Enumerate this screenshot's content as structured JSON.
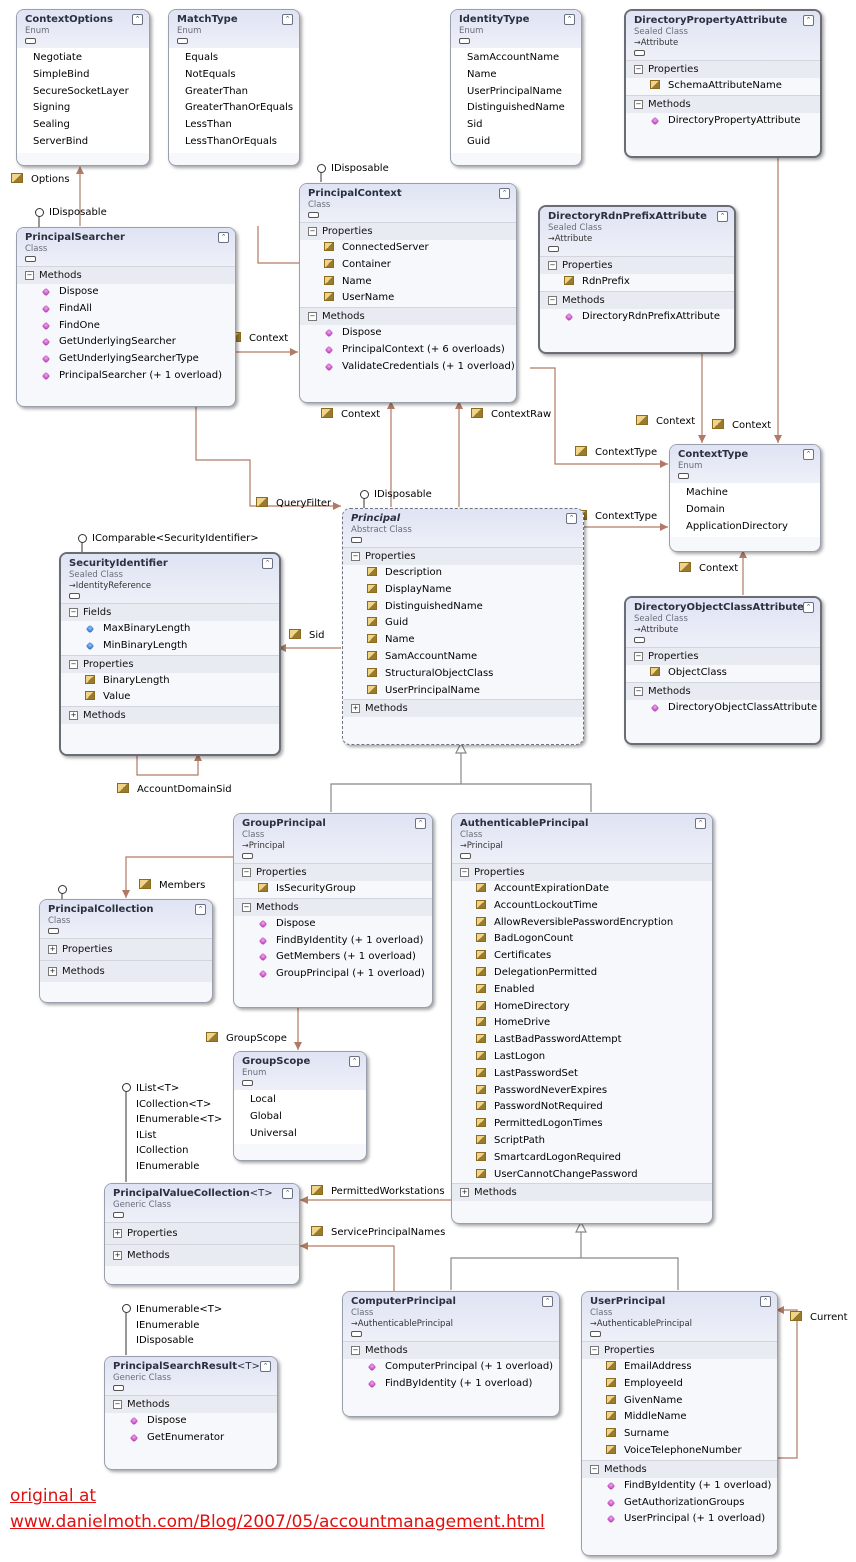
{
  "boxes": {
    "context_options": {
      "name": "ContextOptions",
      "kind": "Enum",
      "values": [
        "Negotiate",
        "SimpleBind",
        "SecureSocketLayer",
        "Signing",
        "Sealing",
        "ServerBind"
      ]
    },
    "match_type": {
      "name": "MatchType",
      "kind": "Enum",
      "values": [
        "Equals",
        "NotEquals",
        "GreaterThan",
        "GreaterThanOrEquals",
        "LessThan",
        "LessThanOrEquals"
      ]
    },
    "identity_type": {
      "name": "IdentityType",
      "kind": "Enum",
      "values": [
        "SamAccountName",
        "Name",
        "UserPrincipalName",
        "DistinguishedName",
        "Sid",
        "Guid"
      ]
    },
    "directory_property_attribute": {
      "name": "DirectoryPropertyAttribute",
      "kind": "Sealed Class",
      "base": "Attribute",
      "properties_label": "Properties",
      "properties": [
        "SchemaAttributeName"
      ],
      "methods_label": "Methods",
      "methods": [
        "DirectoryPropertyAttribute"
      ]
    },
    "principal_context": {
      "name": "PrincipalContext",
      "kind": "Class",
      "properties_label": "Properties",
      "properties": [
        "ConnectedServer",
        "Container",
        "Name",
        "UserName"
      ],
      "methods_label": "Methods",
      "methods": [
        "Dispose",
        "PrincipalContext (+ 6 overloads)",
        "ValidateCredentials (+ 1 overload)"
      ]
    },
    "principal_searcher": {
      "name": "PrincipalSearcher",
      "kind": "Class",
      "methods_label": "Methods",
      "methods": [
        "Dispose",
        "FindAll",
        "FindOne",
        "GetUnderlyingSearcher",
        "GetUnderlyingSearcherType",
        "PrincipalSearcher (+ 1 overload)"
      ]
    },
    "directory_rdn_prefix_attribute": {
      "name": "DirectoryRdnPrefixAttribute",
      "kind": "Sealed Class",
      "base": "Attribute",
      "properties_label": "Properties",
      "properties": [
        "RdnPrefix"
      ],
      "methods_label": "Methods",
      "methods": [
        "DirectoryRdnPrefixAttribute"
      ]
    },
    "context_type": {
      "name": "ContextType",
      "kind": "Enum",
      "values": [
        "Machine",
        "Domain",
        "ApplicationDirectory"
      ]
    },
    "security_identifier": {
      "name": "SecurityIdentifier",
      "kind": "Sealed Class",
      "base": "IdentityReference",
      "fields_label": "Fields",
      "fields": [
        "MaxBinaryLength",
        "MinBinaryLength"
      ],
      "properties_label": "Properties",
      "properties": [
        "BinaryLength",
        "Value"
      ],
      "methods_label": "Methods"
    },
    "principal": {
      "name": "Principal",
      "kind": "Abstract Class",
      "properties_label": "Properties",
      "properties": [
        "Description",
        "DisplayName",
        "DistinguishedName",
        "Guid",
        "Name",
        "SamAccountName",
        "StructuralObjectClass",
        "UserPrincipalName"
      ],
      "methods_label": "Methods"
    },
    "directory_object_class_attribute": {
      "name": "DirectoryObjectClassAttribute",
      "kind": "Sealed Class",
      "base": "Attribute",
      "properties_label": "Properties",
      "properties": [
        "ObjectClass"
      ],
      "methods_label": "Methods",
      "methods": [
        "DirectoryObjectClassAttribute"
      ]
    },
    "group_principal": {
      "name": "GroupPrincipal",
      "kind": "Class",
      "base": "Principal",
      "properties_label": "Properties",
      "properties": [
        "IsSecurityGroup"
      ],
      "methods_label": "Methods",
      "methods": [
        "Dispose",
        "FindByIdentity (+ 1 overload)",
        "GetMembers (+ 1 overload)",
        "GroupPrincipal (+ 1 overload)"
      ]
    },
    "authenticable_principal": {
      "name": "AuthenticablePrincipal",
      "kind": "Class",
      "base": "Principal",
      "properties_label": "Properties",
      "properties": [
        "AccountExpirationDate",
        "AccountLockoutTime",
        "AllowReversiblePasswordEncryption",
        "BadLogonCount",
        "Certificates",
        "DelegationPermitted",
        "Enabled",
        "HomeDirectory",
        "HomeDrive",
        "LastBadPasswordAttempt",
        "LastLogon",
        "LastPasswordSet",
        "PasswordNeverExpires",
        "PasswordNotRequired",
        "PermittedLogonTimes",
        "ScriptPath",
        "SmartcardLogonRequired",
        "UserCannotChangePassword"
      ],
      "methods_label": "Methods"
    },
    "principal_collection": {
      "name": "PrincipalCollection",
      "kind": "Class",
      "properties_label": "Properties",
      "methods_label": "Methods"
    },
    "group_scope": {
      "name": "GroupScope",
      "kind": "Enum",
      "values": [
        "Local",
        "Global",
        "Universal"
      ]
    },
    "principal_value_collection": {
      "name": "PrincipalValueCollection",
      "generic": "<T>",
      "kind": "Generic Class",
      "properties_label": "Properties",
      "methods_label": "Methods"
    },
    "computer_principal": {
      "name": "ComputerPrincipal",
      "kind": "Class",
      "base": "AuthenticablePrincipal",
      "methods_label": "Methods",
      "methods": [
        "ComputerPrincipal (+ 1 overload)",
        "FindByIdentity (+ 1 overload)"
      ]
    },
    "user_principal": {
      "name": "UserPrincipal",
      "kind": "Class",
      "base": "AuthenticablePrincipal",
      "properties_label": "Properties",
      "properties": [
        "EmailAddress",
        "EmployeeId",
        "GivenName",
        "MiddleName",
        "Surname",
        "VoiceTelephoneNumber"
      ],
      "methods_label": "Methods",
      "methods": [
        "FindByIdentity (+ 1 overload)",
        "GetAuthorizationGroups",
        "UserPrincipal (+ 1 overload)"
      ]
    },
    "principal_search_result": {
      "name": "PrincipalSearchResult",
      "generic": "<T>",
      "kind": "Generic Class",
      "methods_label": "Methods",
      "methods": [
        "Dispose",
        "GetEnumerator"
      ]
    }
  },
  "labels": {
    "options": "Options",
    "context": "Context",
    "context_raw": "ContextRaw",
    "context_type": "ContextType",
    "query_filter": "QueryFilter",
    "sid": "Sid",
    "account_domain_sid": "AccountDomainSid",
    "members": "Members",
    "group_scope": "GroupScope",
    "permitted_workstations": "PermittedWorkstations",
    "service_principal_names": "ServicePrincipalNames",
    "current": "Current"
  },
  "interfaces": {
    "idisposable": "IDisposable",
    "icomparable": "IComparable<SecurityIdentifier>",
    "pvc": "IList<T>\nICollection<T>\nIEnumerable<T>\nIList\nICollection\nIEnumerable",
    "psr": "IEnumerable<T>\nIEnumerable\nIDisposable"
  },
  "footer": {
    "line1": "original at ",
    "line2": "www.danielmoth.com/Blog/2007/05/accountmanagement.html"
  },
  "colors": {
    "wire": "#b07a64",
    "wire_gray": "#888888",
    "link": "#e01010"
  }
}
